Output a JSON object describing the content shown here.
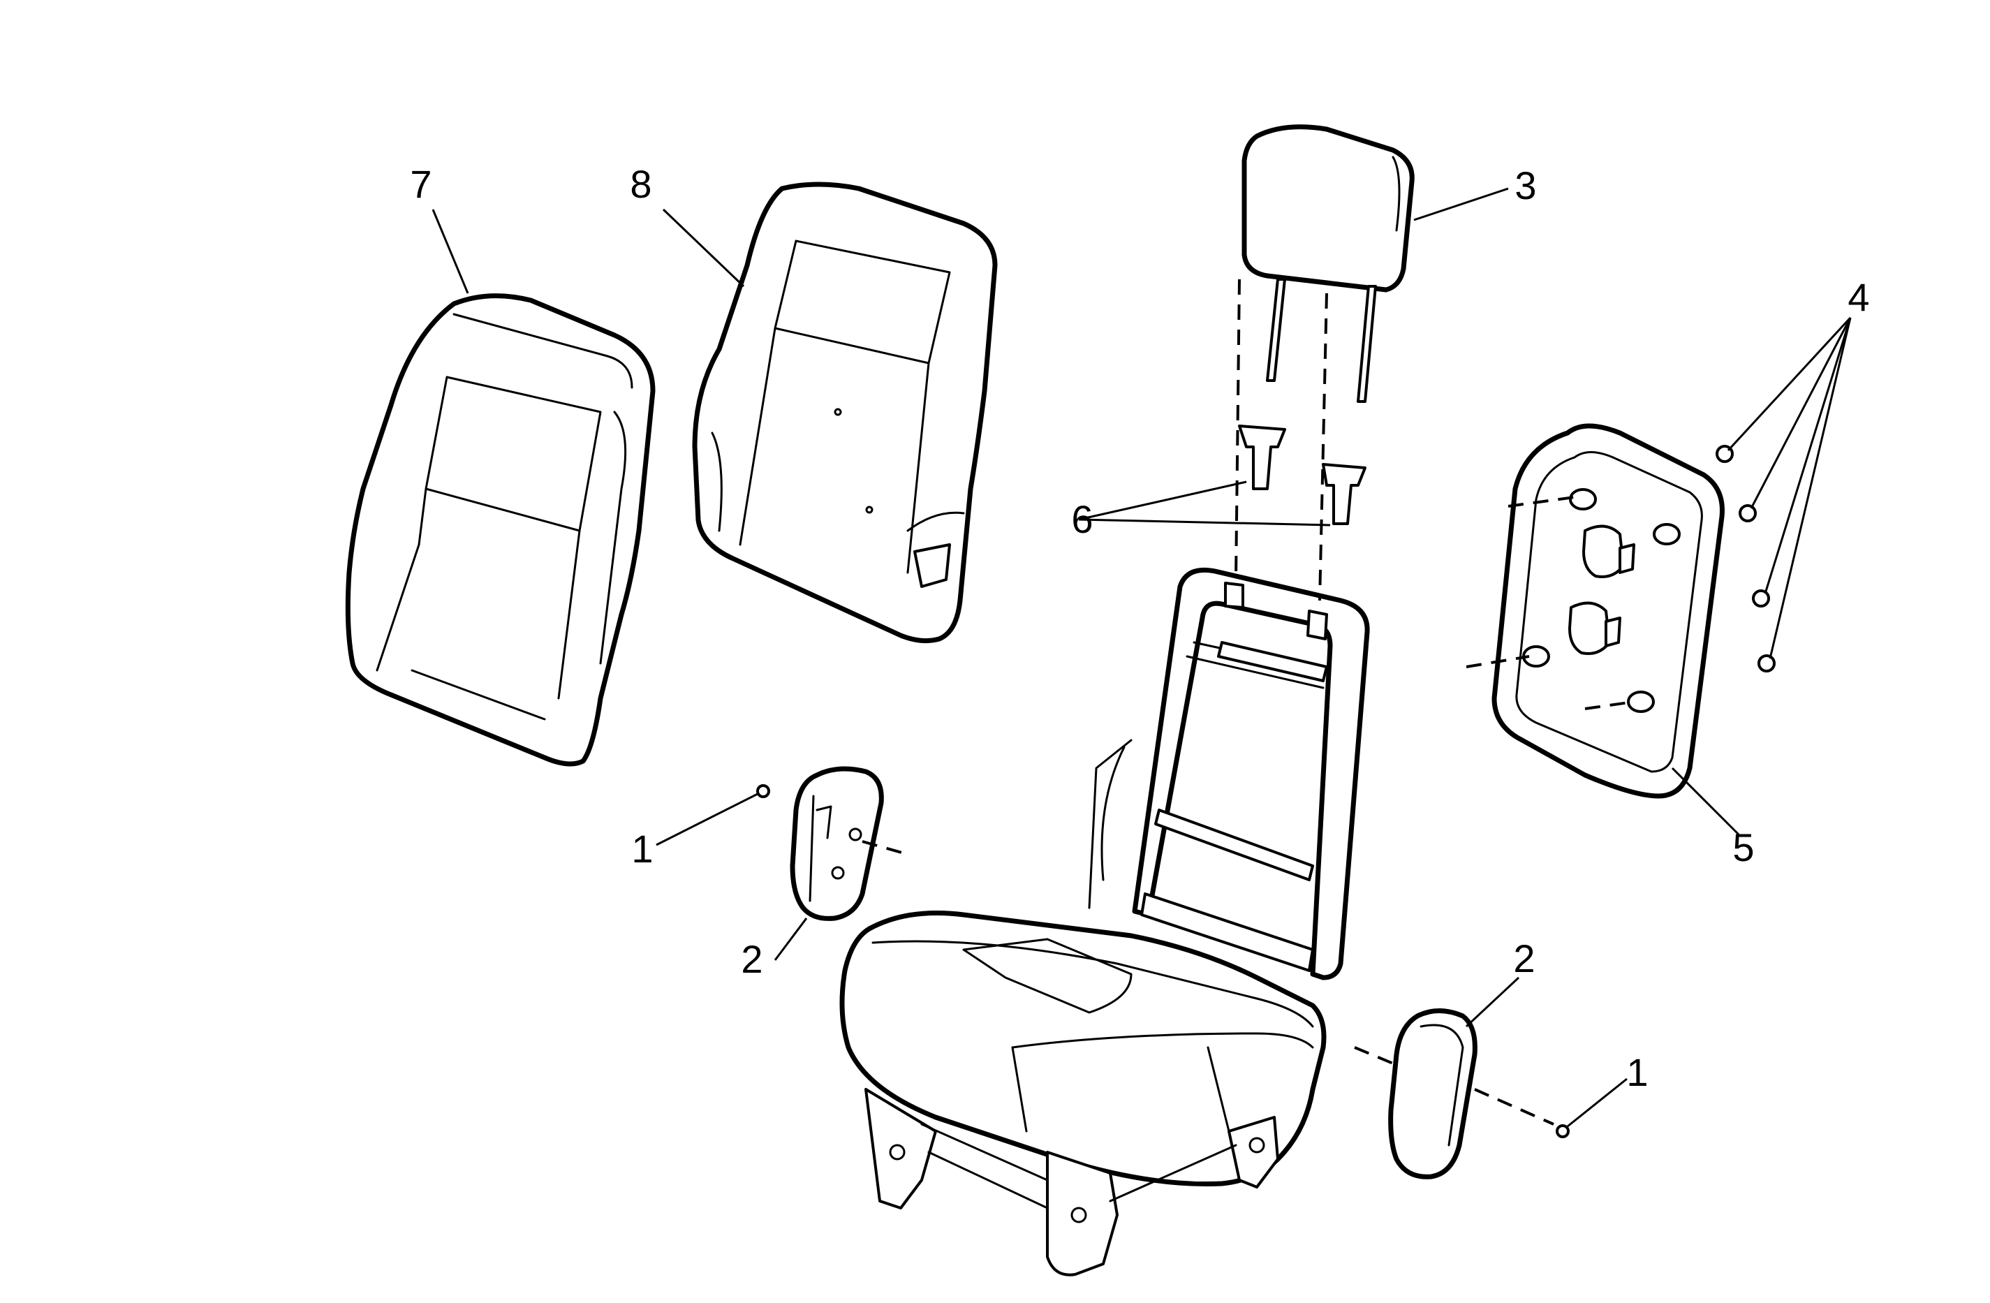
{
  "diagram": {
    "line_color": "#000000",
    "background": "#ffffff",
    "callouts": [
      {
        "id": "c1-left",
        "text": "1"
      },
      {
        "id": "c1-right",
        "text": "1"
      },
      {
        "id": "c2-left",
        "text": "2"
      },
      {
        "id": "c2-right",
        "text": "2"
      },
      {
        "id": "c3",
        "text": "3"
      },
      {
        "id": "c4",
        "text": "4"
      },
      {
        "id": "c5",
        "text": "5"
      },
      {
        "id": "c6",
        "text": "6"
      },
      {
        "id": "c7",
        "text": "7"
      },
      {
        "id": "c8",
        "text": "8"
      }
    ]
  }
}
